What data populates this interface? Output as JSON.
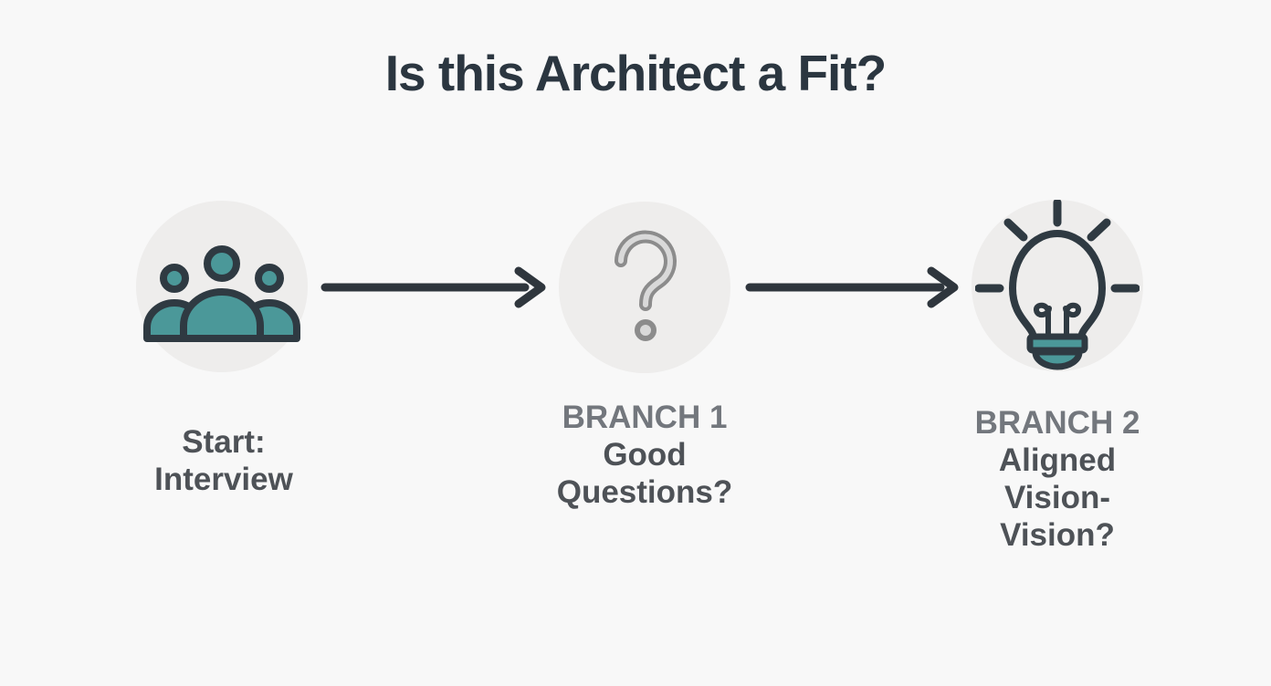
{
  "title": "Is this Architect a Fit?",
  "nodes": [
    {
      "name": "start-interview",
      "icon": "people-group-icon",
      "lines": [
        "Start:",
        "Interview"
      ]
    },
    {
      "name": "branch-1-good-questions",
      "icon": "question-mark-icon",
      "kicker": "BRANCH 1",
      "lines": [
        "Good",
        "Questions?"
      ]
    },
    {
      "name": "branch-2-aligned-vision",
      "icon": "lightbulb-icon",
      "kicker": "BRANCH 2",
      "lines": [
        "Aligned",
        "Vision-",
        "Vision?"
      ]
    }
  ],
  "connectors": [
    {
      "name": "arrow-start-to-branch1",
      "direction": "right"
    },
    {
      "name": "arrow-branch1-to-branch2",
      "direction": "right"
    }
  ],
  "colors": {
    "background": "#f8f8f8",
    "title_text": "#2b3640",
    "icon_circle_bg": "#eeedec",
    "icon_outline": "#2f3a42",
    "teal_accent": "#4b9899",
    "arrow": "#2f363d",
    "kicker_text": "#73777d",
    "label_text": "#4e5257",
    "question_mark_stroke": "#8c8c8c",
    "question_mark_fill": "#d9d9d9"
  }
}
